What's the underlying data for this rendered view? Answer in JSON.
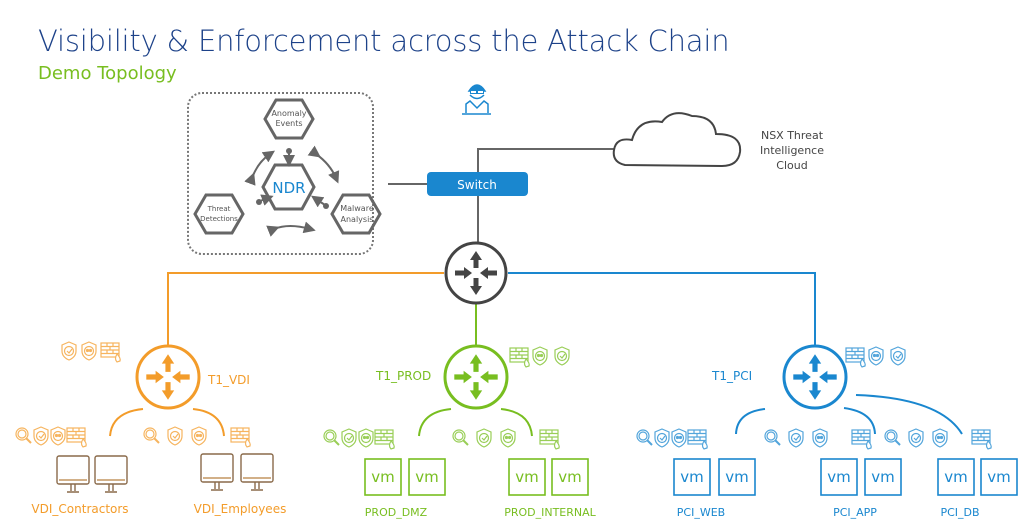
{
  "header": {
    "title": "Visibility & Enforcement across the Attack Chain",
    "subtitle": "Demo Topology"
  },
  "colors": {
    "title": "#1d4289",
    "vdi": "#f39c2a",
    "prod": "#78be20",
    "pci": "#1a87cf",
    "core": "#444444",
    "switch": "#1a87cf"
  },
  "ndr": {
    "center": "NDR",
    "anomaly": [
      "Anomaly",
      "Events"
    ],
    "threat": [
      "Threat",
      "Detections"
    ],
    "malware": [
      "Malware",
      "Analysis"
    ]
  },
  "switch": {
    "label": "Switch"
  },
  "cloud": {
    "lines": [
      "NSX Threat",
      "Intelligence",
      "Cloud"
    ]
  },
  "attacker": {
    "icon": "attacker-icon"
  },
  "tier1": {
    "vdi": {
      "label": "T1_VDI",
      "icons": [
        "ids-shield-icon",
        "malware-shield-icon",
        "firewall-icon"
      ]
    },
    "prod": {
      "label": "T1_PROD",
      "icons": [
        "firewall-icon",
        "malware-shield-icon",
        "ids-shield-icon"
      ]
    },
    "pci": {
      "label": "T1_PCI",
      "icons": [
        "firewall-icon",
        "malware-shield-icon",
        "ids-shield-icon"
      ]
    }
  },
  "segments": {
    "vdi_contractors": {
      "label": "VDI_Contractors",
      "workload": "desktop"
    },
    "vdi_employees": {
      "label": "VDI_Employees",
      "workload": "desktop"
    },
    "prod_dmz": {
      "label": "PROD_DMZ",
      "workload": "vm"
    },
    "prod_internal": {
      "label": "PROD_INTERNAL",
      "workload": "vm"
    },
    "pci_web": {
      "label": "PCI_WEB",
      "workload": "vm"
    },
    "pci_app": {
      "label": "PCI_APP",
      "workload": "vm"
    },
    "pci_db": {
      "label": "PCI_DB",
      "workload": "vm"
    }
  },
  "segment_icons": [
    "search-icon",
    "ids-shield-icon",
    "malware-shield-icon",
    "firewall-icon"
  ],
  "vm_label": "vm"
}
